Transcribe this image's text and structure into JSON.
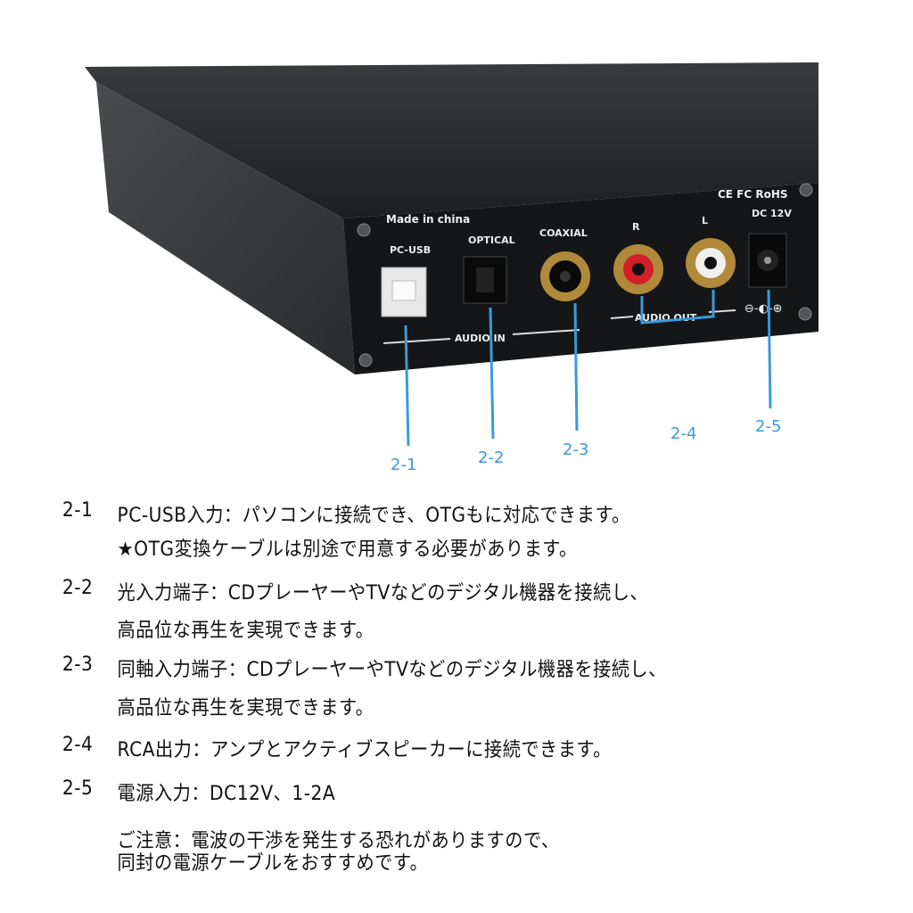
{
  "device": {
    "made_in": "Made in china",
    "marks": "CE FC RoHS",
    "ports": {
      "pc_usb": "PC-USB",
      "optical": "OPTICAL",
      "coaxial": "COAXIAL",
      "r": "R",
      "l": "L",
      "dc": "DC 12V"
    },
    "groups": {
      "audio_in": "AUDIO IN",
      "audio_out": "AUDIO OUT"
    },
    "callouts": [
      "2-1",
      "2-2",
      "2-3",
      "2-4",
      "2-5"
    ],
    "callout_color": "#3a9ad9"
  },
  "descriptions": [
    {
      "num": "2-1",
      "lines": [
        "PC-USB入力：パソコンに接続でき、OTGもに対応できます。",
        "★OTG変換ケーブルは別途で用意する必要があります。"
      ]
    },
    {
      "num": "2-2",
      "lines": [
        "光入力端子：CDプレーヤーやTVなどのデジタル機器を接続し、",
        "高品位な再生を実現できます。"
      ]
    },
    {
      "num": "2-3",
      "lines": [
        "同軸入力端子：CDプレーヤーやTVなどのデジタル機器を接続し、",
        "高品位な再生を実現できます。"
      ]
    },
    {
      "num": "2-4",
      "lines": [
        "RCA出力：アンプとアクティブスピーカーに接続できます。"
      ]
    },
    {
      "num": "2-5",
      "lines": [
        "電源入力：DC12V、1-2A",
        "ご注意：電波の干渉を発生する恐れがありますので、",
        "同封の電源ケーブルをおすすめです。"
      ]
    }
  ]
}
